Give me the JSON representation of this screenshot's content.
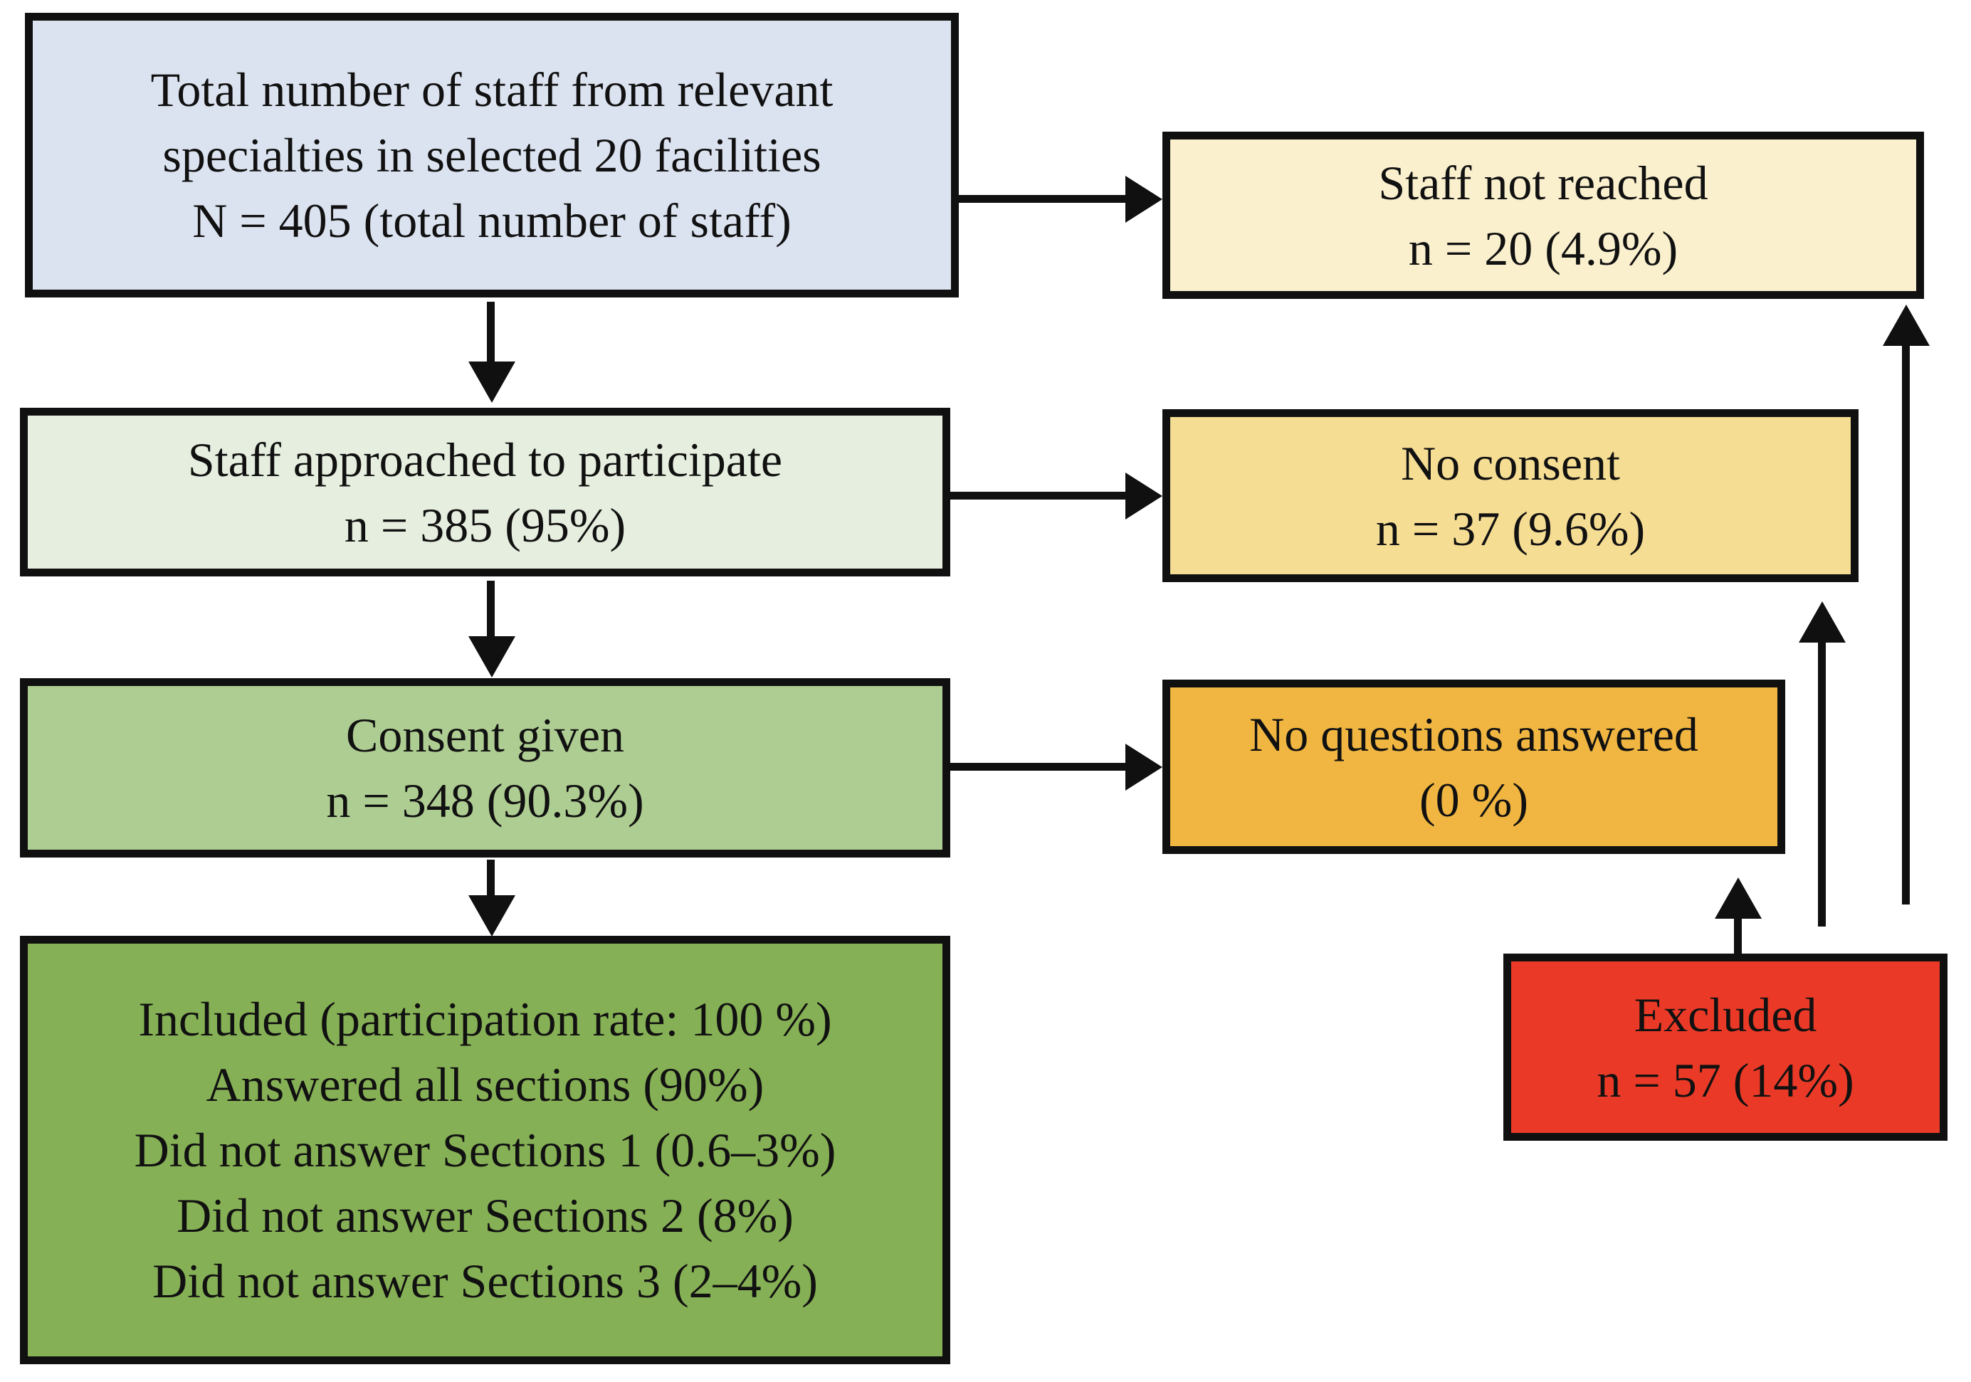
{
  "figure": {
    "description": "Staff recruitment flow diagram",
    "colors": {
      "border": "#101010",
      "text": "#111111",
      "total_staff_fill": "#dce3f0",
      "approached_fill": "#e6efdf",
      "consent_given_fill": "#aecd92",
      "included_fill": "#86b055",
      "not_reached_fill": "#faf0cd",
      "no_consent_fill": "#f6dd94",
      "no_questions_fill": "#f0b641",
      "excluded_fill": "#ea3a27"
    },
    "boxes": {
      "total_staff": {
        "lines": [
          "Total number of staff from relevant",
          "specialties in selected 20 facilities",
          "N = 405 (total number of staff)"
        ]
      },
      "approached": {
        "lines": [
          "Staff approached to participate",
          "n = 385 (95%)"
        ]
      },
      "consent_given": {
        "lines": [
          "Consent given",
          "n = 348 (90.3%)"
        ]
      },
      "included": {
        "lines": [
          "Included (participation rate: 100 %)",
          "Answered all sections (90%)",
          "Did not answer Sections 1 (0.6–3%)",
          "Did not answer Sections 2 (8%)",
          "Did not answer Sections 3 (2–4%)"
        ]
      },
      "not_reached": {
        "lines": [
          "Staff not reached",
          "n = 20 (4.9%)"
        ]
      },
      "no_consent": {
        "lines": [
          "No consent",
          "n = 37 (9.6%)"
        ]
      },
      "no_questions": {
        "lines": [
          "No questions answered",
          "(0 %)"
        ]
      },
      "excluded": {
        "lines": [
          "Excluded",
          "n = 57 (14%)"
        ]
      }
    },
    "edges": [
      {
        "from": "total_staff",
        "to": "approached",
        "direction": "down"
      },
      {
        "from": "total_staff",
        "to": "not_reached",
        "direction": "right"
      },
      {
        "from": "approached",
        "to": "consent_given",
        "direction": "down"
      },
      {
        "from": "approached",
        "to": "no_consent",
        "direction": "right"
      },
      {
        "from": "consent_given",
        "to": "included",
        "direction": "down"
      },
      {
        "from": "consent_given",
        "to": "no_questions",
        "direction": "right"
      },
      {
        "from": "excluded",
        "to": "no_questions",
        "direction": "up"
      },
      {
        "from": "excluded",
        "to": "no_consent",
        "direction": "up"
      },
      {
        "from": "excluded",
        "to": "not_reached",
        "direction": "up"
      }
    ]
  }
}
